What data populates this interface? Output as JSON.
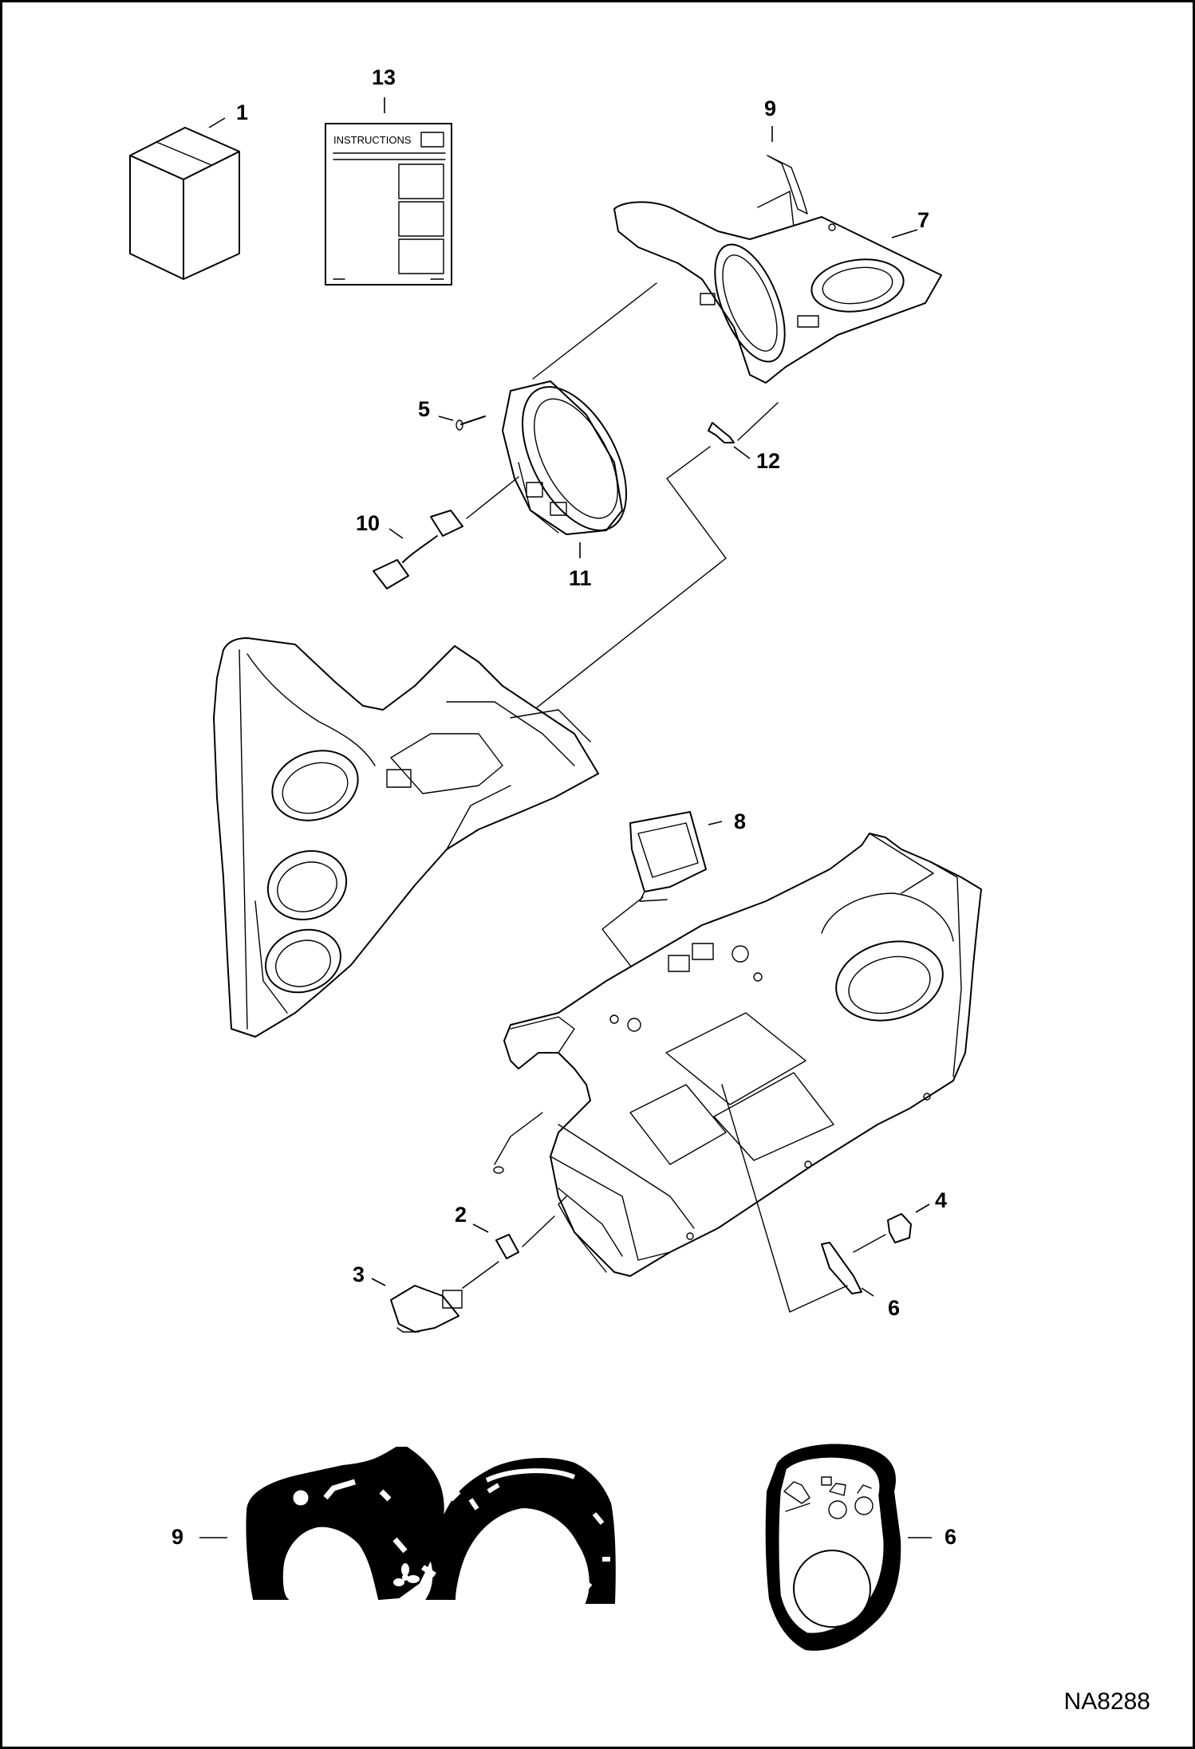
{
  "drawing": {
    "id": "NA8288",
    "instructions_label": "INSTRUCTIONS"
  },
  "callouts": {
    "c1": "1",
    "c2": "2",
    "c3": "3",
    "c4": "4",
    "c5": "5",
    "c6": "6",
    "c7": "7",
    "c8": "8",
    "c9": "9",
    "c10": "10",
    "c11": "11",
    "c12": "12",
    "c13": "13",
    "c9_decal": "9",
    "c6_decal": "6"
  }
}
